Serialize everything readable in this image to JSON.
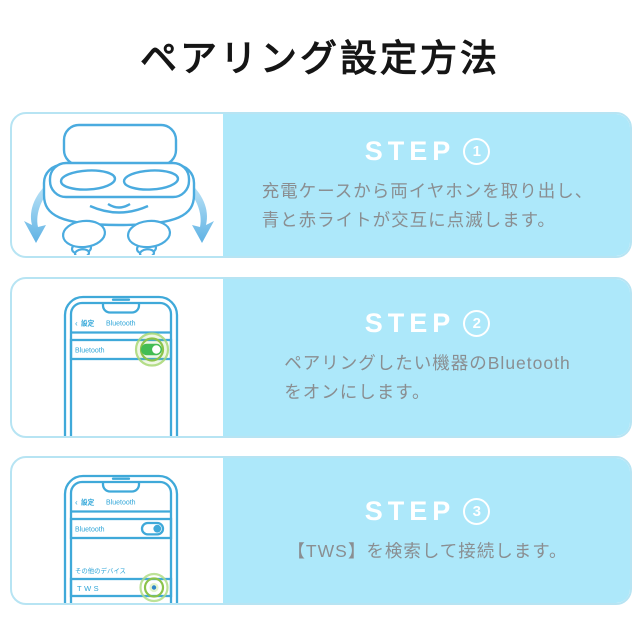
{
  "page": {
    "title": "ペアリング設定方法"
  },
  "colors": {
    "panel_blue": "#ade8fa",
    "card_border": "#b7e4f3",
    "line_blue": "#3fa9d9",
    "body_gray": "#8a8e91",
    "highlight_green": "#8bc34a",
    "title_black": "#151515"
  },
  "steps": [
    {
      "label": "STEP",
      "number": "1",
      "body_lines": [
        "充電ケースから両イヤホンを取り出し、",
        "青と赤ライトが交互に点滅します。"
      ]
    },
    {
      "label": "STEP",
      "number": "2",
      "body_lines": [
        "ペアリングしたい機器のBluetooth",
        "をオンにします。"
      ]
    },
    {
      "label": "STEP",
      "number": "3",
      "body_lines": [
        "【TWS】を検索して接続します。"
      ]
    }
  ],
  "phone_ui": {
    "back_chevron": "‹",
    "settings_label": "設定",
    "nav_title": "Bluetooth",
    "bluetooth_row_label": "Bluetooth",
    "other_devices_label": "その他のデバイス",
    "device_name": "TWS"
  }
}
